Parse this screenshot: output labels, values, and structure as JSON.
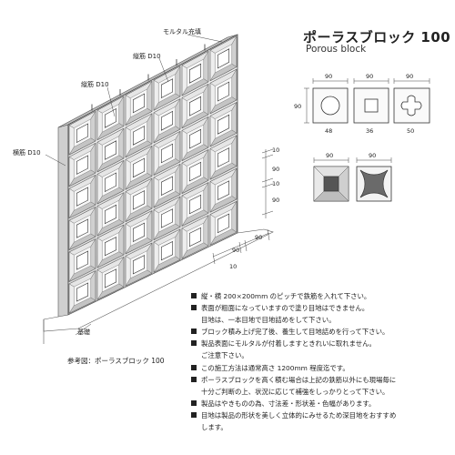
{
  "title": "ポーラスブロック 100",
  "subtitle": "Porous block",
  "wall_labels": {
    "mortar": "モルタル充填",
    "vertical_rebar_top": "縦筋 D10",
    "vertical_rebar_left": "縦筋 D10",
    "horizontal_rebar": "横筋 D10",
    "foundation": "基礎",
    "reference": "参考図：ポーラスブロック 100"
  },
  "wall_grid": {
    "columns": 6,
    "rows": 6
  },
  "wall_dimensions": {
    "right_10a": "10",
    "right_90a": "90",
    "right_10b": "10",
    "right_90b": "90",
    "bottom_90a": "90",
    "bottom_90b": "90",
    "bottom_10": "10"
  },
  "patterns": {
    "top_row": [
      {
        "width": "90",
        "caption": "48",
        "motif": "circle"
      },
      {
        "width": "90",
        "caption": "36",
        "motif": "square"
      },
      {
        "width": "90",
        "caption": "50",
        "motif": "cross"
      }
    ],
    "bottom_row": [
      {
        "width": "90",
        "motif": "bevel-square"
      },
      {
        "width": "90",
        "motif": "star"
      }
    ],
    "height": "90"
  },
  "notes": [
    {
      "bullet": true,
      "text": "縦・横 200×200mm のピッチで鉄筋を入れて下さい。"
    },
    {
      "bullet": true,
      "text": "表面が粗面になっていますので塗り目地はできません。"
    },
    {
      "bullet": false,
      "text": "目地は、一本目地で目地詰めをして下さい。"
    },
    {
      "bullet": true,
      "text": "ブロック積み上げ完了後、養生して目地詰めを行って下さい。"
    },
    {
      "bullet": true,
      "text": "製品表面にモルタルが付着しますときれいに取れません。"
    },
    {
      "bullet": false,
      "text": "ご注意下さい。"
    },
    {
      "bullet": true,
      "text": "この施工方法は通常高さ 1200mm 程度迄です。"
    },
    {
      "bullet": true,
      "text": "ポーラスブロックを高く積む場合は上記の鉄筋以外にも現場毎に"
    },
    {
      "bullet": false,
      "text": "十分ご判断の上、状況に応じて補強をしっかりとって下さい。"
    },
    {
      "bullet": true,
      "text": "製品はやきものの為、寸法差・形状差・色幅があります。"
    },
    {
      "bullet": true,
      "text": "目地は製品の形状を美しく立体的にみせるため深目地をおすすめ"
    },
    {
      "bullet": false,
      "text": "します。"
    }
  ]
}
